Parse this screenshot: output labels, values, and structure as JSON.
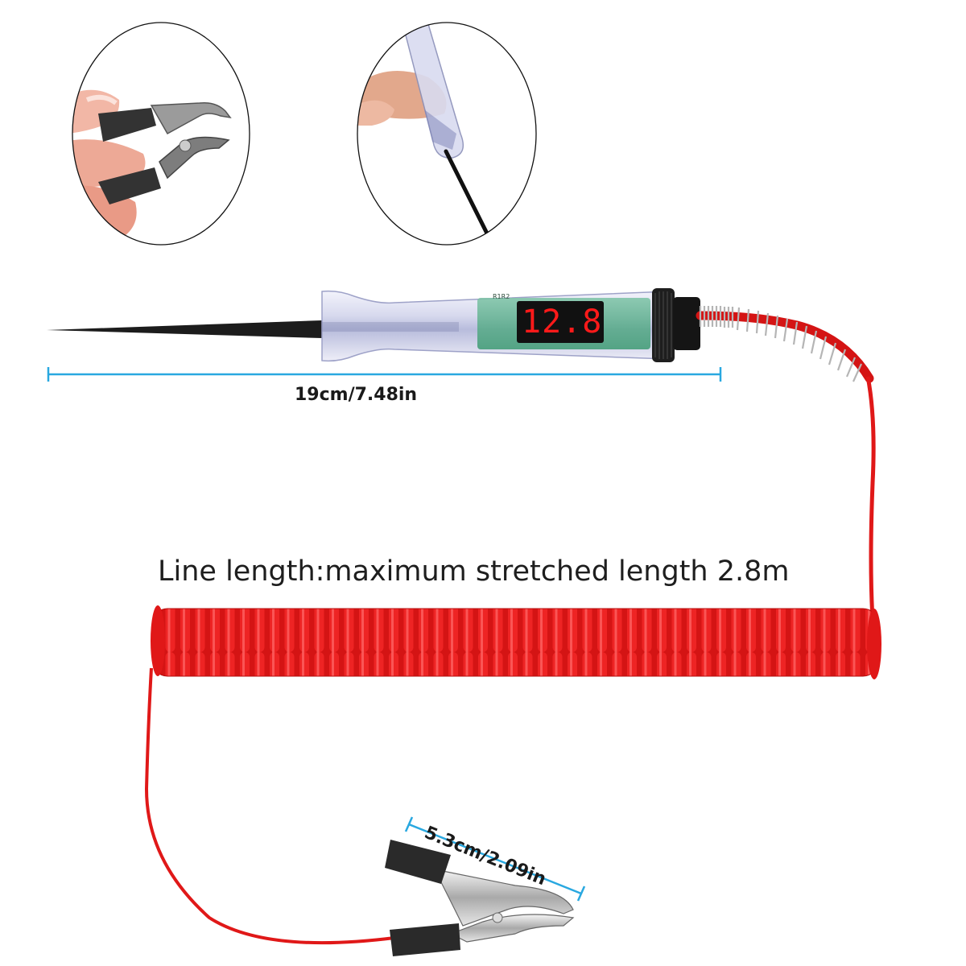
{
  "insets": [
    {
      "label": "Alligator clip held in hand",
      "icon": "alligator-clip-closeup"
    },
    {
      "label": "Probe tip held in hand",
      "icon": "probe-tip-closeup"
    }
  ],
  "tester": {
    "display_reading": "12.8",
    "board_marking": "R1R2",
    "probe_dimension": "19cm/7.48in"
  },
  "cable": {
    "caption": "Line length:maximum stretched length 2.8m"
  },
  "clip": {
    "dimension": "5.3cm/2.09in"
  },
  "colors": {
    "dimension_line": "#29a8e0",
    "cable_red": "#e01818",
    "display_red": "#ff1a1a",
    "pcb_green": "#3c9a72"
  }
}
